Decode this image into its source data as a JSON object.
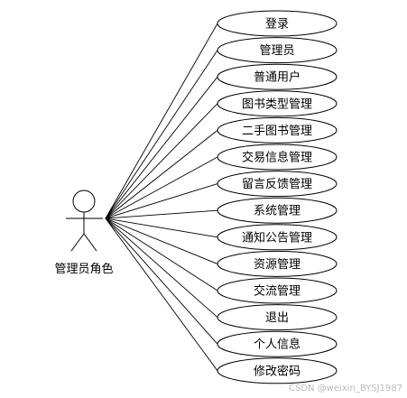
{
  "actor": {
    "label": "管理员角色"
  },
  "use_cases": [
    "登录",
    "管理员",
    "普通用户",
    "图书类型管理",
    "二手图书管理",
    "交易信息管理",
    "留言反馈管理",
    "系统管理",
    "通知公告管理",
    "资源管理",
    "交流管理",
    "退出",
    "个人信息",
    "修改密码"
  ],
  "watermark": "CSDN @weixin_BYSJ1987"
}
